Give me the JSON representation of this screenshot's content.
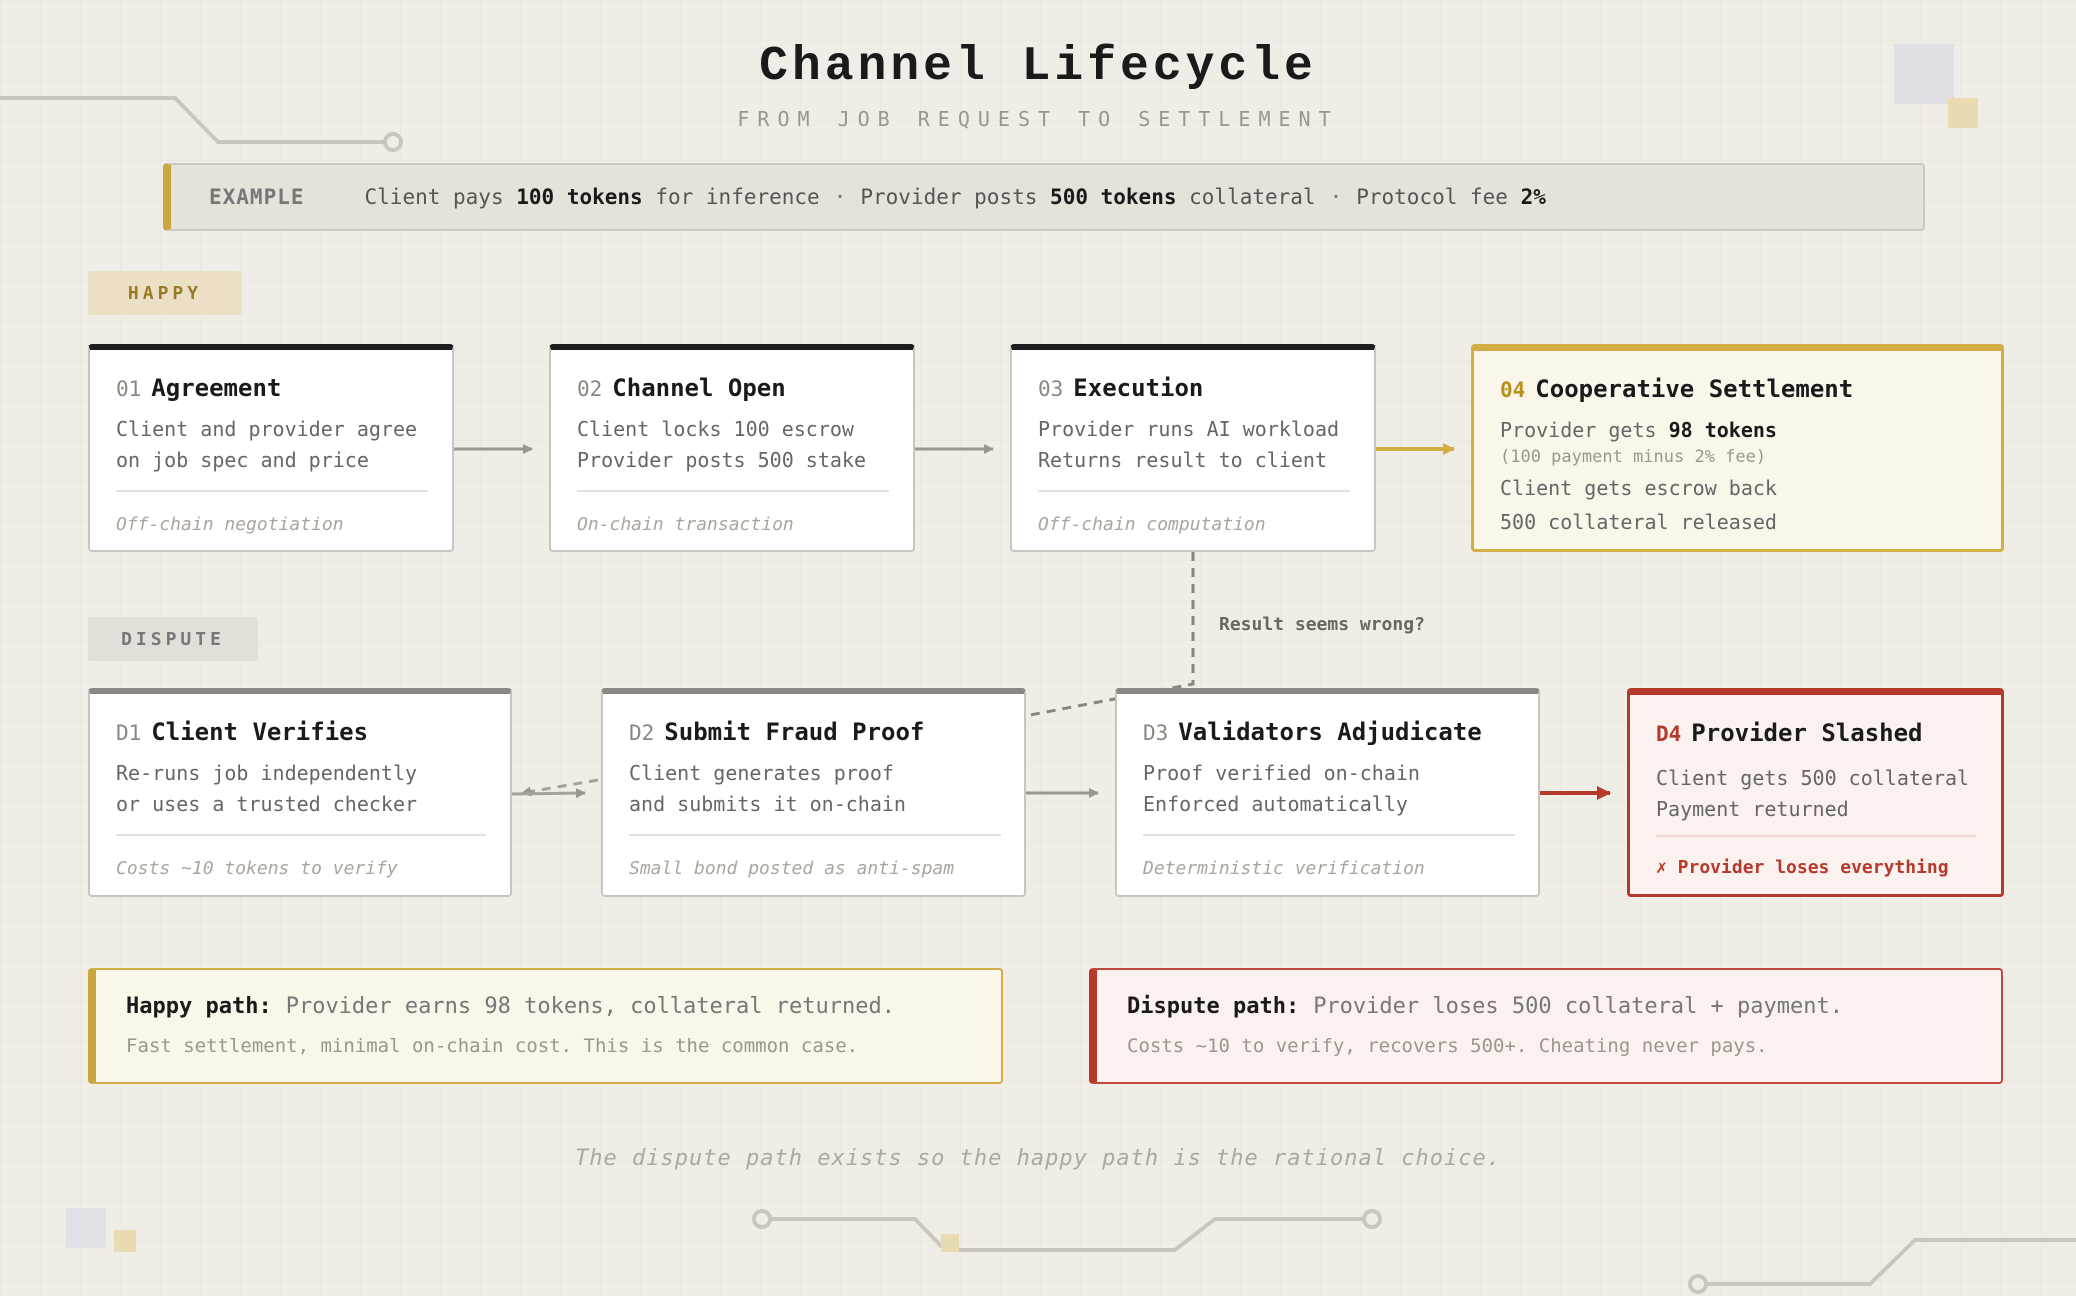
{
  "header": {
    "title": "Channel Lifecycle",
    "subtitle": "FROM JOB REQUEST TO SETTLEMENT"
  },
  "example": {
    "tag": "EXAMPLE",
    "part1_pre": "Client pays",
    "part1_bold": "100 tokens",
    "part1_post": "for inference",
    "sep": "·",
    "part2_pre": "Provider posts",
    "part2_bold": "500 tokens",
    "part2_post": "collateral",
    "part3_pre": "Protocol fee",
    "part3_bold": "2%"
  },
  "lanes": {
    "happy": "HAPPY",
    "dispute": "DISPUTE"
  },
  "happy_steps": [
    {
      "num": "01",
      "title": "Agreement",
      "line1": "Client and provider agree",
      "line2": "on job spec and price",
      "note": "Off-chain negotiation"
    },
    {
      "num": "02",
      "title": "Channel Open",
      "line1": "Client locks 100 escrow",
      "line2": "Provider posts 500 stake",
      "note": "On-chain transaction"
    },
    {
      "num": "03",
      "title": "Execution",
      "line1": "Provider runs AI workload",
      "line2": "Returns result to client",
      "note": "Off-chain computation"
    },
    {
      "num": "04",
      "title": "Cooperative Settlement",
      "line1_pre": "Provider gets",
      "line1_bold": "98 tokens",
      "line2": "(100 payment minus 2% fee)",
      "line3": "Client gets escrow back",
      "line4": "500 collateral released"
    }
  ],
  "dispute_steps": [
    {
      "num": "D1",
      "title": "Client Verifies",
      "line1": "Re-runs job independently",
      "line2": "or uses a trusted checker",
      "note": "Costs ~10 tokens to verify"
    },
    {
      "num": "D2",
      "title": "Submit Fraud Proof",
      "line1": "Client generates proof",
      "line2": "and submits it on-chain",
      "note": "Small bond posted as anti-spam"
    },
    {
      "num": "D3",
      "title": "Validators Adjudicate",
      "line1": "Proof verified on-chain",
      "line2": "Enforced automatically",
      "note": "Deterministic verification"
    },
    {
      "num": "D4",
      "title": "Provider Slashed",
      "line1": "Client gets 500 collateral",
      "line2": "Payment returned",
      "note": "✗ Provider loses everything"
    }
  ],
  "edge_label": "Result seems wrong?",
  "summary": {
    "happy": {
      "label": "Happy path:",
      "line1": "Provider earns 98 tokens, collateral returned.",
      "line2": "Fast settlement, minimal on-chain cost. This is the common case."
    },
    "dispute": {
      "label": "Dispute path:",
      "line1": "Provider loses 500 collateral + payment.",
      "line2": "Costs ~10 to verify, recovers 500+. Cheating never pays."
    }
  },
  "footer": "The dispute path exists so the happy path is the rational choice.",
  "colors": {
    "background": "#f0ede6",
    "gold": "#d3ad45",
    "red": "#b53a2c",
    "dark": "#1e1e1e",
    "gray": "#8b8782"
  }
}
